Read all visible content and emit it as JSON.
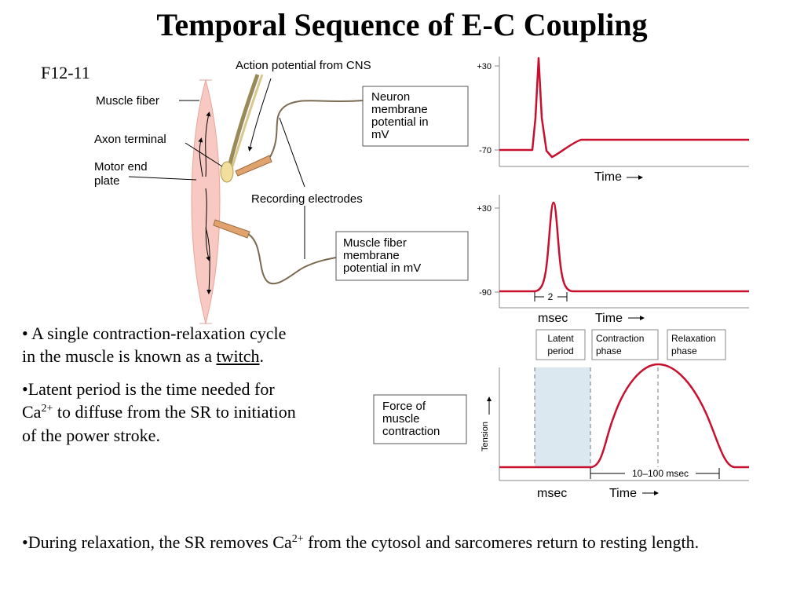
{
  "slide": {
    "title": "Temporal Sequence of E-C Coupling",
    "figure_id": "F12-11"
  },
  "bullets": {
    "b1_prefix": "• A single contraction-relaxation cycle in the muscle is known as a ",
    "b1_term": "twitch",
    "b1_suffix": ".",
    "b2_prefix": "•Latent period is the time needed for Ca",
    "b2_sup": "2+",
    "b2_suffix": " to diffuse from the SR to initiation of the power stroke.",
    "b3_prefix": "•During relaxation, the SR removes Ca",
    "b3_sup": "2+",
    "b3_suffix": " from the cytosol and sarcomeres return to resting length."
  },
  "diagram": {
    "labels": {
      "action_potential": "Action potential from CNS",
      "muscle_fiber": "Muscle fiber",
      "axon_terminal": "Axon terminal",
      "motor_end_plate_1": "Motor end",
      "motor_end_plate_2": "plate",
      "recording_electrodes": "Recording electrodes"
    },
    "boxes": {
      "neuron_1": "Neuron",
      "neuron_2": "membrane",
      "neuron_3": "potential in",
      "neuron_4": "mV",
      "muscle_1": "Muscle fiber",
      "muscle_2": "membrane",
      "muscle_3": "potential in mV",
      "force_1": "Force of",
      "force_2": "muscle",
      "force_3": "contraction"
    },
    "colors": {
      "trace": "#c8102e",
      "fiber_fill": "#f7c9c2",
      "fiber_stroke": "#e8a49a",
      "latent_fill": "#dbe8ef",
      "electrode": "#e0a36e"
    }
  },
  "graph1": {
    "tick_top": "+30",
    "tick_bottom": "-70",
    "xlabel": "Time"
  },
  "graph2": {
    "tick_top": "+30",
    "tick_bottom": "-90",
    "duration": "2",
    "unit": "msec",
    "xlabel": "Time"
  },
  "graph3": {
    "phase_latent_1": "Latent",
    "phase_latent_2": "period",
    "phase_contraction_1": "Contraction",
    "phase_contraction_2": "phase",
    "phase_relaxation_1": "Relaxation",
    "phase_relaxation_2": "phase",
    "ylabel": "Tension",
    "duration": "10–100 msec",
    "unit": "msec",
    "xlabel": "Time"
  }
}
